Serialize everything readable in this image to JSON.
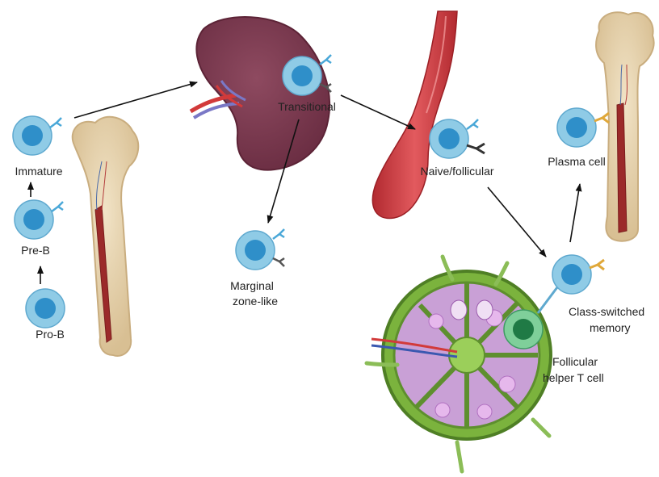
{
  "labels": {
    "pro_b": "Pro-B",
    "pre_b": "Pre-B",
    "immature": "Immature",
    "transitional": "Transitional",
    "marginal_line1": "Marginal",
    "marginal_line2": "zone-like",
    "naive_follicular": "Naive/follicular",
    "plasma_cell": "Plasma cell",
    "class_switched_line1": "Class-switched",
    "class_switched_line2": "memory",
    "tfh_line1": "Follicular",
    "tfh_line2": "helper T cell"
  },
  "colors": {
    "b_cell_outer": "#8fcbe6",
    "b_cell_nucleus": "#2f8fc9",
    "bcr_receptor": "#4aa8d8",
    "antibody_soluble": "#e0a83a",
    "spleen": "#7b3a4f",
    "vessel": "#c8343a",
    "bone": "#e6d2b0",
    "lymph_node": "#6ea63a",
    "t_cell": "#2e8b57"
  },
  "icons": {
    "b_cell": "b-cell-icon",
    "t_cell": "t-cell-icon",
    "bone": "bone-icon",
    "spleen": "spleen-icon",
    "blood_vessel": "blood-vessel-icon",
    "lymph_node": "lymph-node-icon"
  }
}
